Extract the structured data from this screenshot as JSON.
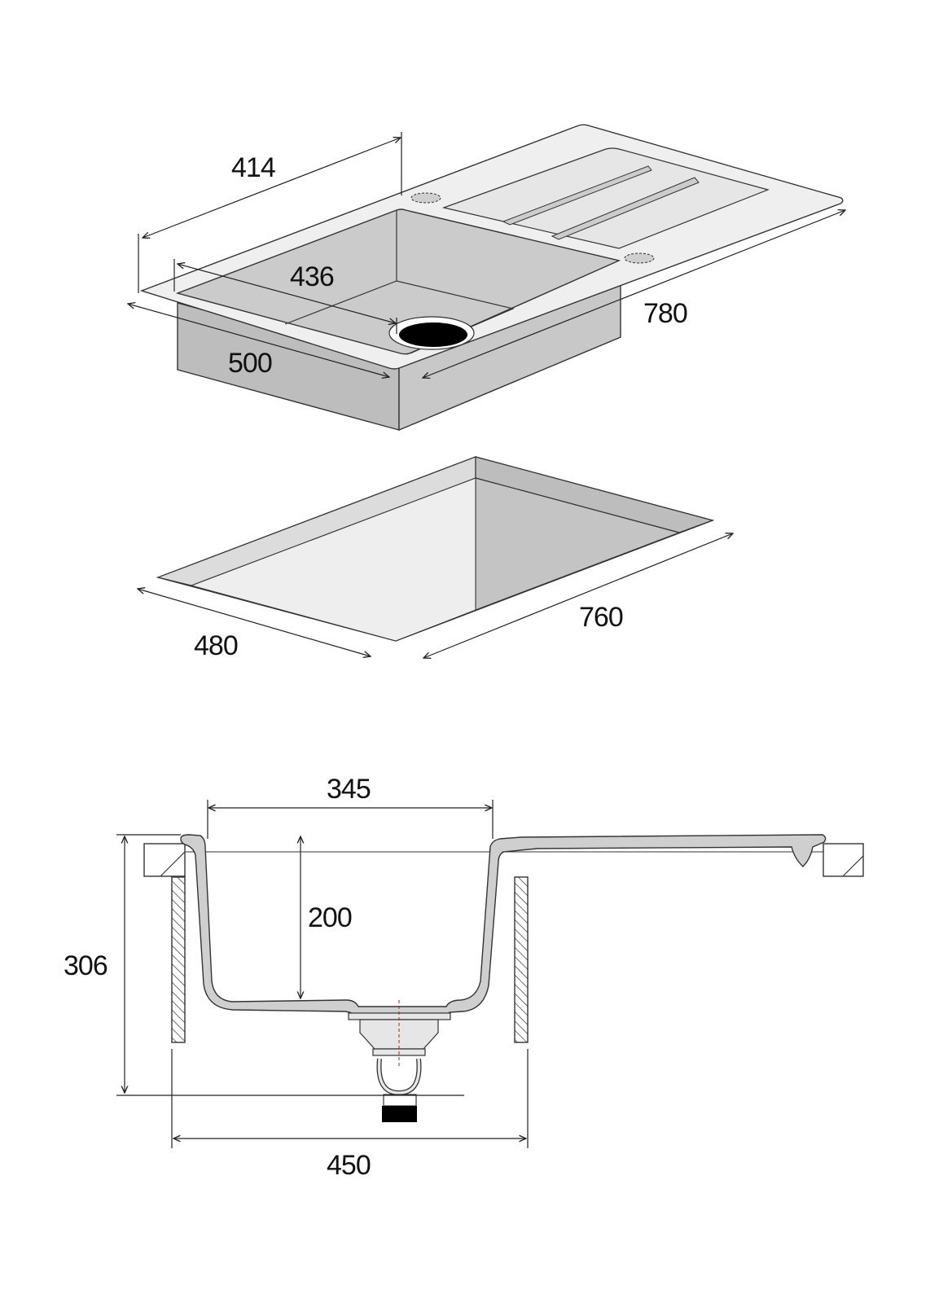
{
  "colors": {
    "surface_light": "#efefef",
    "surface_mid": "#cbcbcb",
    "surface_dark": "#b9b9b9",
    "line": "#222222",
    "drain": "#000000"
  },
  "top_view": {
    "dim_width_bowl_top": "414",
    "dim_bowl_length": "436",
    "dim_total_length": "780",
    "dim_depth_front": "500"
  },
  "cutout_view": {
    "dim_cutout_width": "480",
    "dim_cutout_length": "760"
  },
  "section_view": {
    "dim_bowl_inner": "345",
    "dim_bowl_depth": "200",
    "dim_total_height": "306",
    "dim_cabinet_width": "450"
  }
}
